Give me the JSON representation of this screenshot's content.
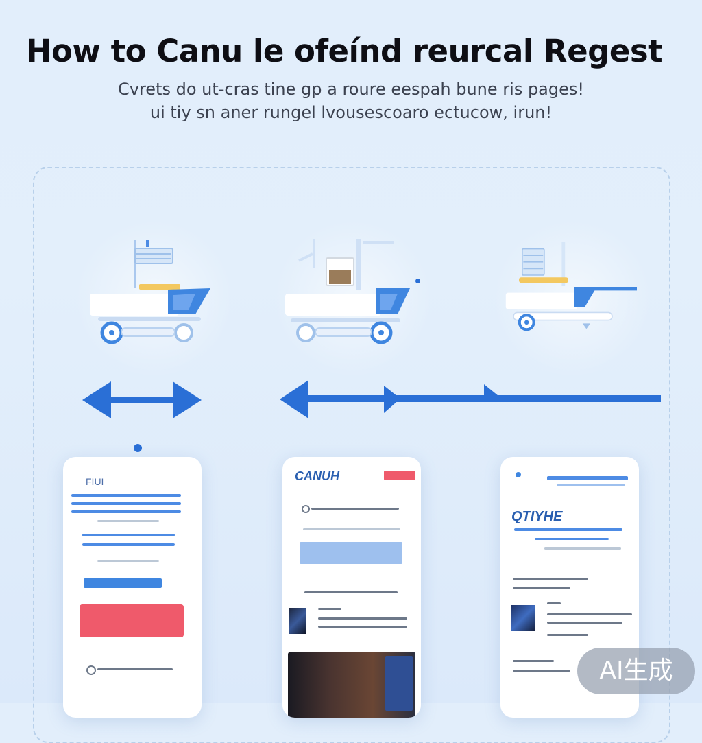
{
  "header": {
    "title": "How to Canu le ofeínd reurcal Regest",
    "subtitle_line1": "Cvrets do ut-cras tine gp a roure eespah bune ris pages!",
    "subtitle_line2": "ui tiy sn aner rungel lvousescoaro ectucow, irun!"
  },
  "steps": [
    {
      "icon": "delivery-cart-icon"
    },
    {
      "icon": "delivery-cart-icon"
    },
    {
      "icon": "delivery-cart-icon"
    }
  ],
  "arrows": [
    {
      "icon": "double-arrow-icon"
    },
    {
      "icon": "long-arrow-icon"
    }
  ],
  "phones": [
    {
      "heading": "FIUI"
    },
    {
      "heading": "CANUH"
    },
    {
      "heading": "QTIYHE"
    }
  ],
  "badge": {
    "label": "AI生成"
  },
  "colors": {
    "accent": "#2a6fd6",
    "accent_light": "#9ec0ee",
    "alert_red": "#ef5a6b",
    "background": "#e2eefb"
  }
}
